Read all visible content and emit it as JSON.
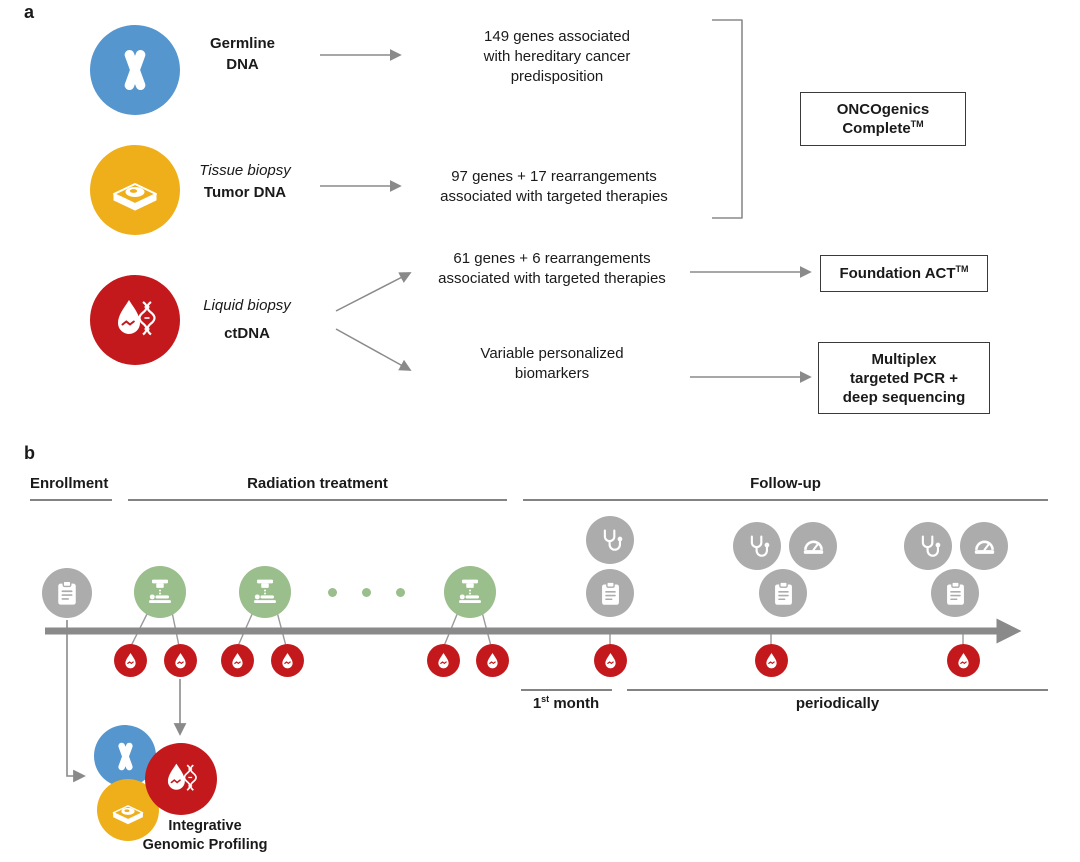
{
  "colors": {
    "blue": "#5596CF",
    "yellow": "#EFAF1B",
    "red": "#C3191C",
    "green": "#9BBE8D",
    "gray": "#ACACAC",
    "arrow_gray": "#8A8A8A",
    "text": "#1A1A1A"
  },
  "panel_a": {
    "label": "a",
    "germline": {
      "icon": "chromosome-icon",
      "title": "Germline\nDNA",
      "desc": "149 genes associated\nwith hereditary cancer\npredisposition"
    },
    "tissue": {
      "icon": "tissue-biopsy-icon",
      "subtitle": "Tissue biopsy",
      "title": "Tumor DNA",
      "desc": "97 genes + 17 rearrangements\nassociated with targeted therapies"
    },
    "liquid": {
      "icon": "liquid-biopsy-icon",
      "subtitle": "Liquid biopsy",
      "title": "ctDNA",
      "desc_top": "61 genes + 6 rearrangements\nassociated with targeted therapies",
      "desc_bottom": "Variable personalized\nbiomarkers"
    },
    "boxes": {
      "oncogenics": {
        "line1": "ONCOgenics",
        "line2": "Complete",
        "tm": "TM"
      },
      "foundation": {
        "text": "Foundation ACT",
        "tm": "TM"
      },
      "multiplex": {
        "text": "Multiplex\ntargeted PCR +\ndeep sequencing"
      }
    }
  },
  "panel_b": {
    "label": "b",
    "phases": {
      "enrollment": "Enrollment",
      "radiation": "Radiation treatment",
      "followup": "Follow-up"
    },
    "first_month": {
      "num": "1",
      "sup": "st",
      "rest": " month"
    },
    "periodically": "periodically",
    "cluster_label": "Integrative\nGenomic Profiling",
    "icons": {
      "enrollment": "clipboard-icon",
      "radiation": "radiotherapy-machine-icon",
      "blood_sample": "blood-drop-icon",
      "visit": "stethoscope-icon",
      "imaging": "gauge-icon"
    }
  }
}
